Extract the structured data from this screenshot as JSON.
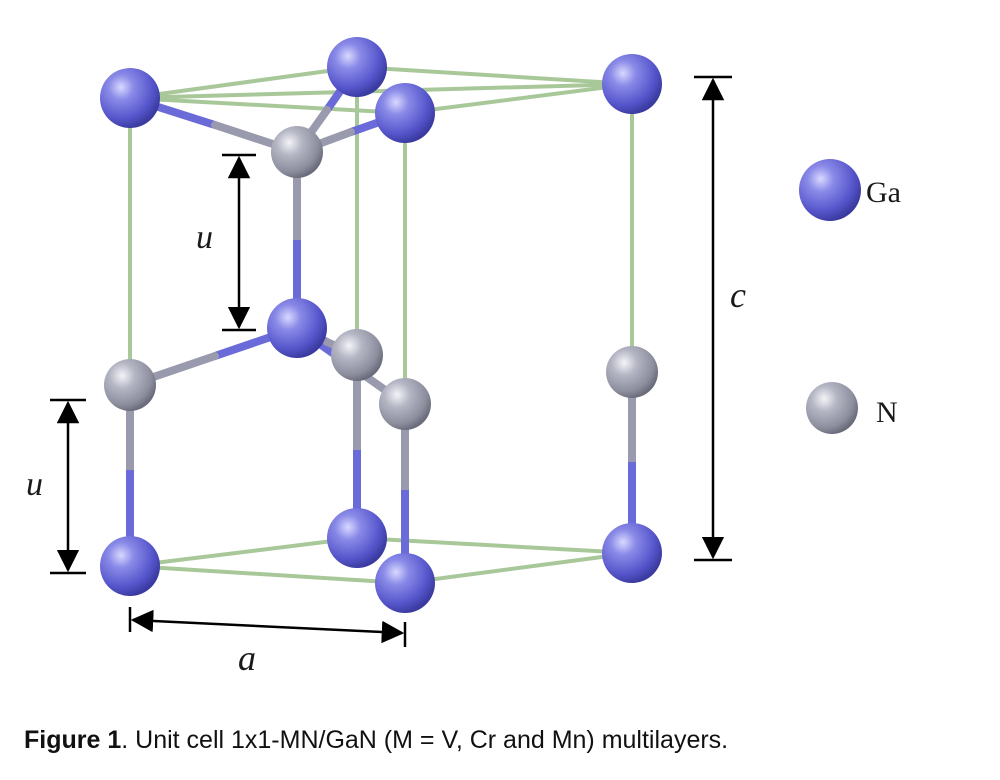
{
  "labels": {
    "u_top": "u",
    "u_bottom": "u",
    "c": "c",
    "a": "a"
  },
  "legend": [
    {
      "label": "Ga",
      "color": "#6464d8"
    },
    {
      "label": "N",
      "color": "#a8aab8"
    }
  ],
  "caption": {
    "figure": "Figure 1",
    "text": ". Unit cell 1x1-MN/GaN (M = V, Cr and Mn) multilayers."
  },
  "colors": {
    "ga_atom": "#6464d8",
    "n_atom": "#a8aab8",
    "cell_edge": "#a9c89a",
    "ga_bond": "#6a6ad8",
    "n_bond": "#9a9aae"
  }
}
